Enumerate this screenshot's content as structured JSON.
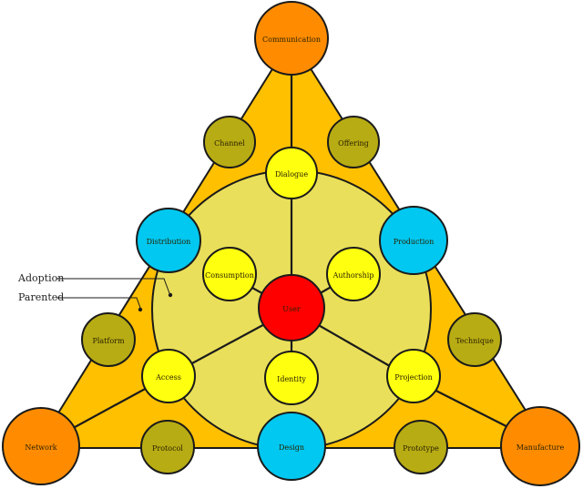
{
  "colors": {
    "outer_triangle": "#ffc000",
    "inner_circle": "#e9df5a",
    "outline": "#1a1a1a",
    "orange_node": "#ff8c00",
    "cyan_node": "#00c8f0",
    "olive_node": "#b8ac14",
    "yellow_node": "#ffff10",
    "red_node": "#ff0000"
  },
  "nodes": {
    "communication": "Communication",
    "network": "Network",
    "manufacture": "Manufacture",
    "distribution": "Distribution",
    "production": "Production",
    "design": "Design",
    "channel": "Channel",
    "offering": "Offering",
    "platform": "Platform",
    "technique": "Technique",
    "protocol": "Protocol",
    "prototype": "Prototype",
    "dialogue": "Dialogue",
    "consumption": "Consumption",
    "authorship": "Authorship",
    "access": "Access",
    "identity": "Identity",
    "projection": "Projection",
    "user": "User"
  },
  "legend": {
    "adoption": "Adoption",
    "parented": "Parented"
  }
}
